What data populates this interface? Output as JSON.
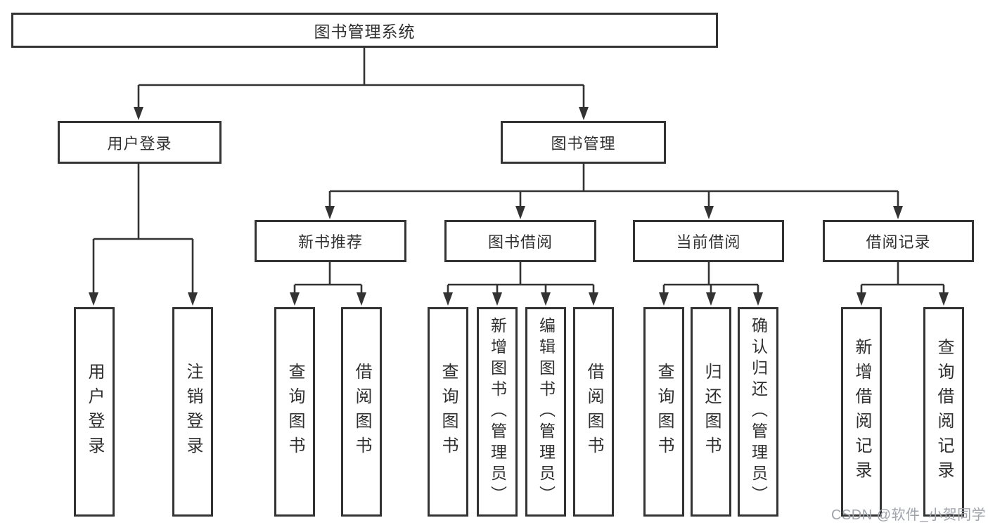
{
  "diagram_title": "图书管理系统",
  "tree": {
    "root": {
      "label": "图书管理系统"
    },
    "branches": [
      {
        "label": "用户登录",
        "children": [
          {
            "label": "用户登录"
          },
          {
            "label": "注销登录"
          }
        ]
      },
      {
        "label": "图书管理",
        "children": [
          {
            "label": "新书推荐",
            "children": [
              {
                "label": "查询图书"
              },
              {
                "label": "借阅图书"
              }
            ]
          },
          {
            "label": "图书借阅",
            "children": [
              {
                "label": "查询图书"
              },
              {
                "label": "新增图书（管理员）"
              },
              {
                "label": "编辑图书（管理员）"
              },
              {
                "label": "借阅图书"
              }
            ]
          },
          {
            "label": "当前借阅",
            "children": [
              {
                "label": "查询图书"
              },
              {
                "label": "归还图书"
              },
              {
                "label": "确认归还（管理员）"
              }
            ]
          },
          {
            "label": "借阅记录",
            "children": [
              {
                "label": "新增借阅记录"
              },
              {
                "label": "查询借阅记录"
              }
            ]
          }
        ]
      }
    ]
  },
  "watermark": "CSDN @软件_小贺同学",
  "colors": {
    "line": "#333333",
    "text": "#2f2f2f",
    "box_background": "#ffffff",
    "page_background": "#ffffff",
    "watermark": "#9fa3ab"
  }
}
